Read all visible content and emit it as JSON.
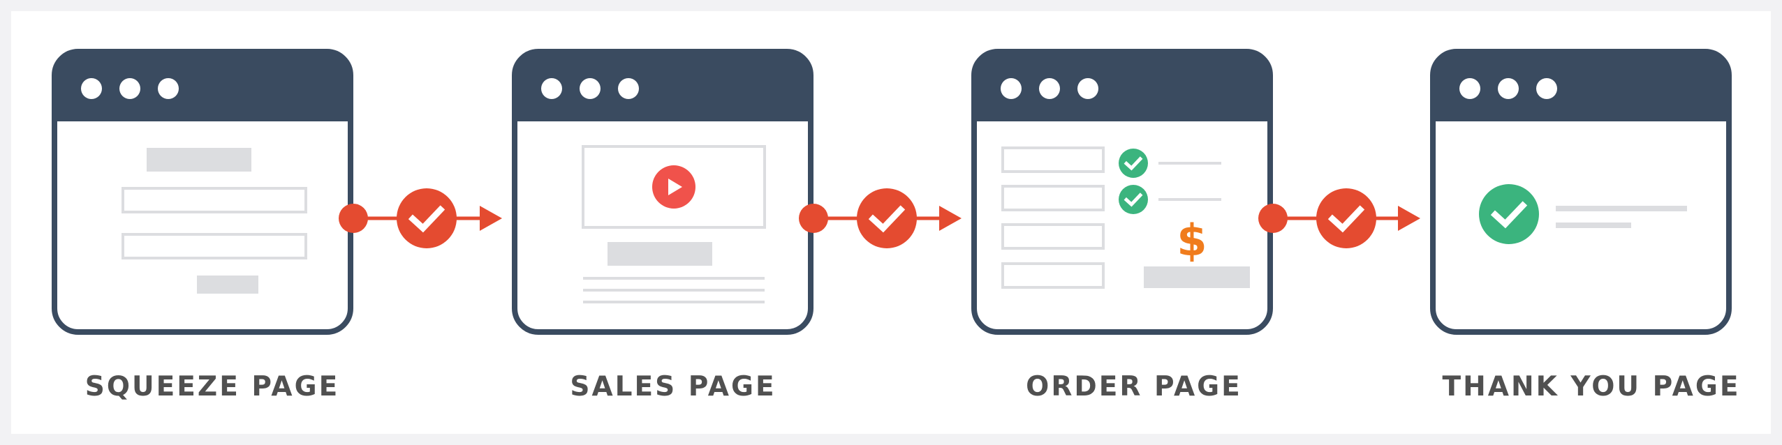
{
  "colors": {
    "window_bar": "#3a4b60",
    "window_body": "#ffffff",
    "placeholder": "#dcdde0",
    "arrow": "#e44b30",
    "success": "#3bb47e",
    "play": "#f0524b",
    "price": "#f07c1d",
    "label": "#505050"
  },
  "stages": [
    {
      "label": "SQUEEZE PAGE"
    },
    {
      "label": "SALES PAGE"
    },
    {
      "label": "ORDER PAGE"
    },
    {
      "label": "THANK YOU PAGE"
    }
  ],
  "icons": {
    "window_dots": "circle-icon",
    "transition": "check-icon",
    "video": "play-icon",
    "price": "dollar-sign-icon",
    "confirmation": "check-icon"
  },
  "order_page": {
    "price_symbol": "$"
  }
}
